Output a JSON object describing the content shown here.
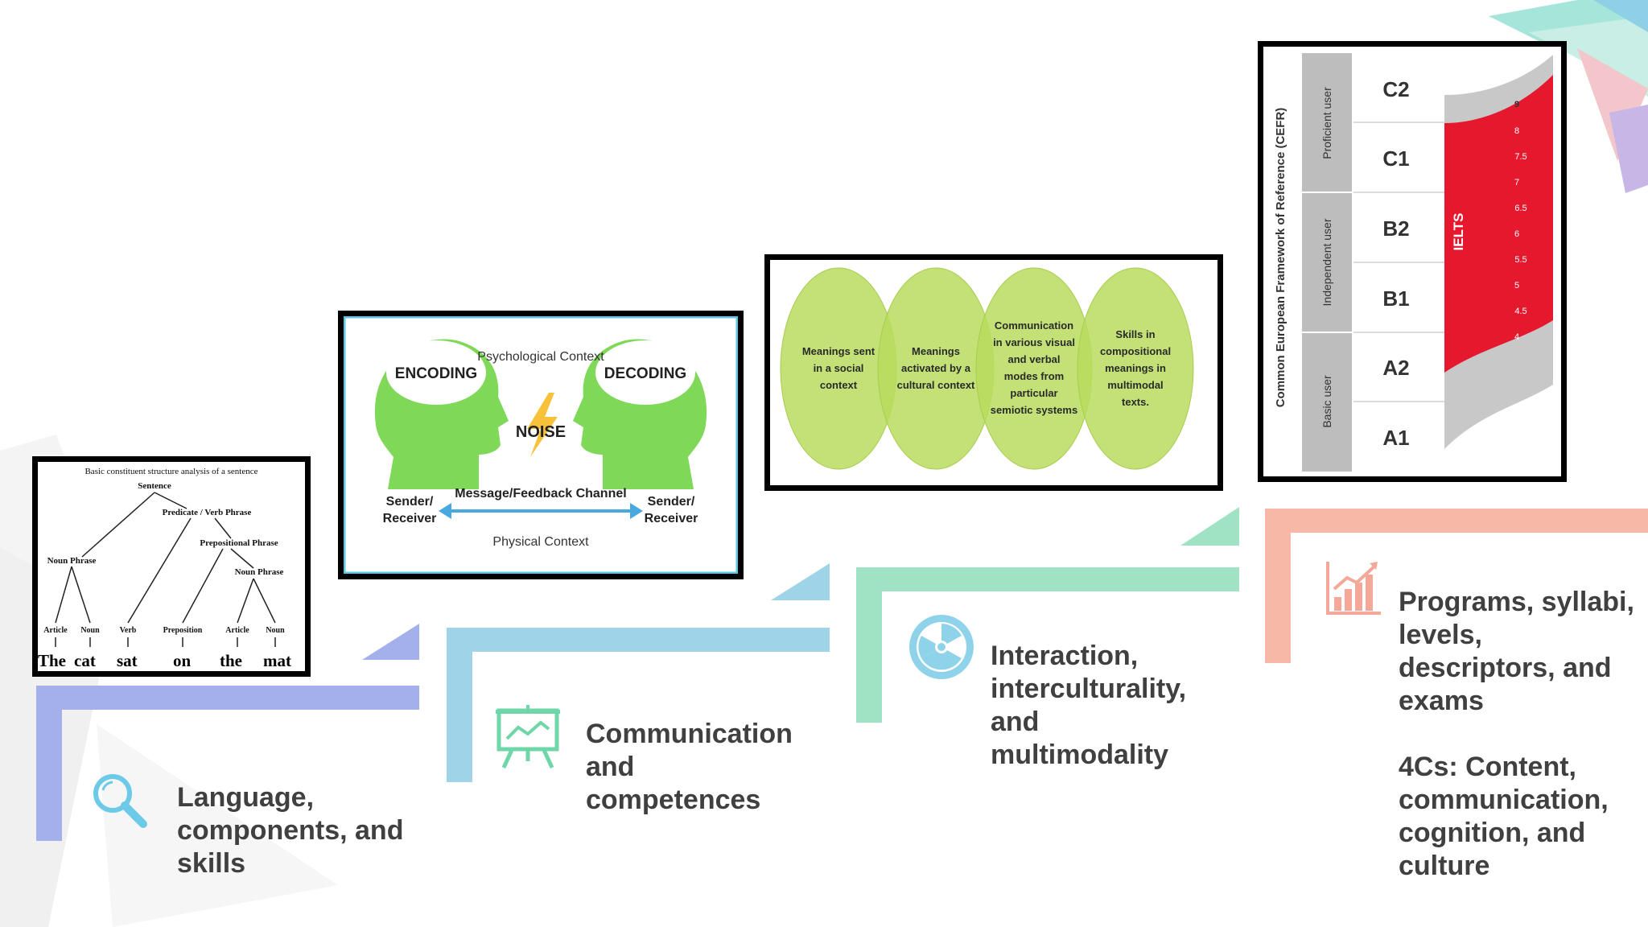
{
  "steps": [
    {
      "label_lines": [
        "Language,",
        "components, and",
        "skills"
      ],
      "icon": "magnifier-icon",
      "color": "#a4b0ec"
    },
    {
      "label_lines": [
        "Communication",
        "and",
        "competences"
      ],
      "icon": "presentation-board-icon",
      "color": "#9fd3e8"
    },
    {
      "label_lines": [
        "Interaction,",
        "interculturality,",
        "and",
        "multimodality"
      ],
      "icon": "radiation-icon",
      "color": "#9fe3c4"
    },
    {
      "label_lines": [
        "Programs, syllabi,",
        "levels,",
        "descriptors, and",
        "exams"
      ],
      "label2_lines": [
        "4Cs: Content,",
        "communication,",
        "cognition, and",
        "culture"
      ],
      "icon": "bar-chart-icon",
      "color": "#f7b8a8"
    }
  ],
  "tree": {
    "title": "Basic constituent structure analysis of a sentence",
    "sentence": "Sentence",
    "predicate": "Predicate / Verb Phrase",
    "prep_phrase": "Prepositional Phrase",
    "noun_phrase_1": "Noun Phrase",
    "noun_phrase_2": "Noun Phrase",
    "pos": [
      "Article",
      "Noun",
      "Verb",
      "Preposition",
      "Article",
      "Noun"
    ],
    "words": [
      "The",
      "cat",
      "sat",
      "on",
      "the",
      "mat"
    ]
  },
  "comm": {
    "encoding": "ENCODING",
    "decoding": "DECODING",
    "psych": "Psychological Context",
    "noise": "NOISE",
    "channel": "Message/Feedback Channel",
    "sender1": [
      "Sender/",
      "Receiver"
    ],
    "sender2": [
      "Sender/",
      "Receiver"
    ],
    "physical": "Physical Context"
  },
  "circles": [
    [
      "Meanings sent",
      "in a social",
      "context"
    ],
    [
      "Meanings",
      "activated by a",
      "cultural context"
    ],
    [
      "Communication",
      "in various visual",
      "and verbal",
      "modes from",
      "particular",
      "semiotic systems"
    ],
    [
      "Skills in",
      "compositional",
      "meanings in",
      "multimodal",
      "texts."
    ]
  ],
  "cefr": {
    "axis": "Common European Framework of Reference (CEFR)",
    "groups": [
      "Proficient user",
      "Independent user",
      "Basic user"
    ],
    "levels": [
      "C2",
      "C1",
      "B2",
      "B1",
      "A2",
      "A1"
    ],
    "ielts_label": "IELTS",
    "ielts_scores": [
      "9",
      "8",
      "7.5",
      "7",
      "6.5",
      "6",
      "5.5",
      "5",
      "4.5",
      "4"
    ]
  }
}
